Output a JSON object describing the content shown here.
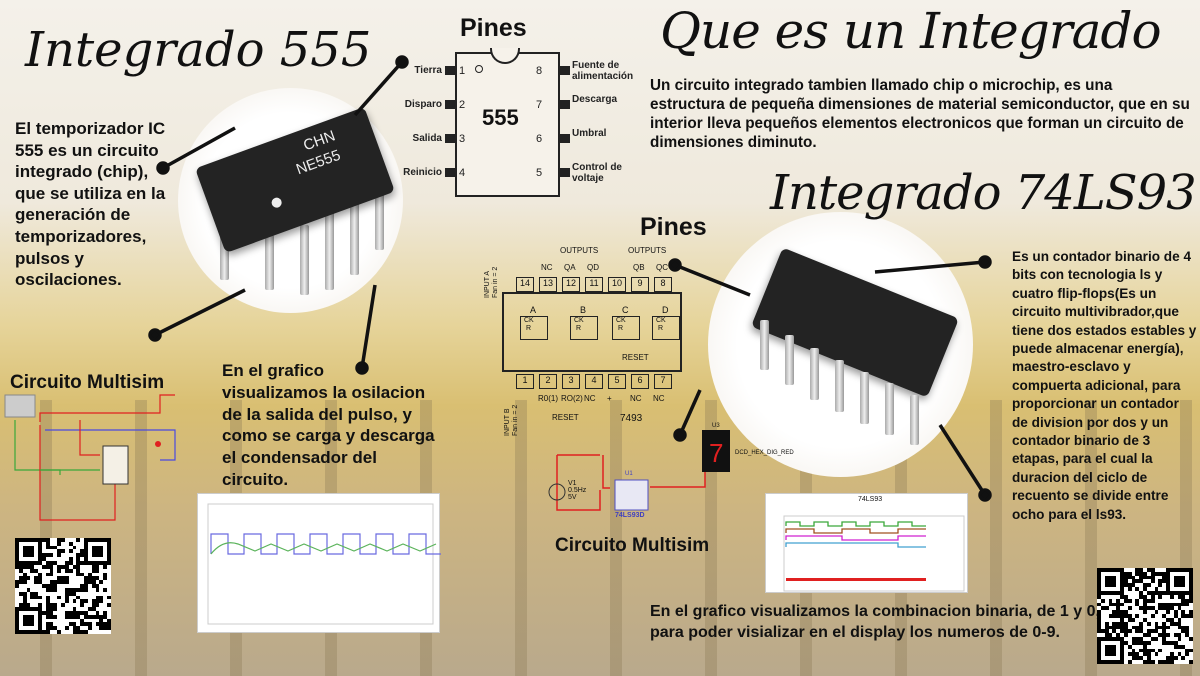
{
  "left": {
    "title": "Integrado 555",
    "description": "El temporizador IC 555 es un circuito integrado (chip), que se utiliza en la generación de temporizadores, pulsos y oscilaciones.",
    "chip_marking": [
      "CHN",
      "NE555"
    ],
    "multisim_title": "Circuito Multisim",
    "graph_text": "En el grafico visualizamos la osilacion de la salida del pulso, y como se carga y descarga el condensador del circuito."
  },
  "pins555": {
    "title": "Pines",
    "chip_label": "555",
    "left_pins": [
      {
        "n": "1",
        "label": "Tierra"
      },
      {
        "n": "2",
        "label": "Disparo"
      },
      {
        "n": "3",
        "label": "Salida"
      },
      {
        "n": "4",
        "label": "Reinicio"
      }
    ],
    "right_pins": [
      {
        "n": "8",
        "label": "Fuente de alimentación"
      },
      {
        "n": "7",
        "label": "Descarga"
      },
      {
        "n": "6",
        "label": "Umbral"
      },
      {
        "n": "5",
        "label": "Control de voltaje"
      }
    ]
  },
  "intro": {
    "title": "Que es un Integrado",
    "text": "Un circuito integrado tambien llamado chip o microchip, es una estructura de pequeña dimensiones de material semiconductor, que en su interior lleva pequeños elementos electronicos que forman un circuito de dimensiones diminuto."
  },
  "ls93": {
    "title": "Integrado 74LS93",
    "pins_title": "Pines",
    "diagram": {
      "top_pins": [
        "14",
        "13",
        "12",
        "11",
        "10",
        "9",
        "8"
      ],
      "top_labels": [
        "NC",
        "QA",
        "QD",
        "",
        "QB",
        "QC"
      ],
      "outputs": "OUTPUTS",
      "bottom_pins": [
        "1",
        "2",
        "3",
        "4",
        "5",
        "6",
        "7"
      ],
      "bottom_labels": [
        "R0(1)",
        "RO(2)",
        "NC",
        "+",
        "NC",
        "NC"
      ],
      "reset": "RESET",
      "input_a": "INPUT A Fan in = 2",
      "input_b": "INPUT B Fan in = 2",
      "flipflops": [
        "A",
        "B",
        "C",
        "D"
      ],
      "part": "7493"
    },
    "description": "Es un contador binario de 4 bits con tecnologia ls y cuatro flip-flops(Es un circuito multivibrador,que tiene dos estados estables y puede almacenar energía), maestro-esclavo y compuerta adicional, para proporcionar un contador de division por dos y un contador binario de 3 etapas, para el cual la duracion del ciclo de recuento se divide entre ocho para el ls93.",
    "multisim_title": "Circuito Multisim",
    "circuit": {
      "source": "V1",
      "freq": "0.5Hz",
      "volt": "5V",
      "ic": "U1",
      "ic_part": "74LS93D",
      "display": "U3",
      "display_part": "DCD_HEX_DIG_RED",
      "display_digit": "7"
    },
    "graph_title": "74LS93",
    "graph_text": "En el grafico visualizamos la combinacion binaria, de 1 y 0, para poder visializar en el display los numeros de 0-9."
  },
  "colors": {
    "wire_red": "#e02020",
    "wire_blue": "#4a4ae0",
    "wire_green": "#3aa83a",
    "square_wave": "#6a6ae0",
    "cap_wave": "#5ab35a"
  }
}
